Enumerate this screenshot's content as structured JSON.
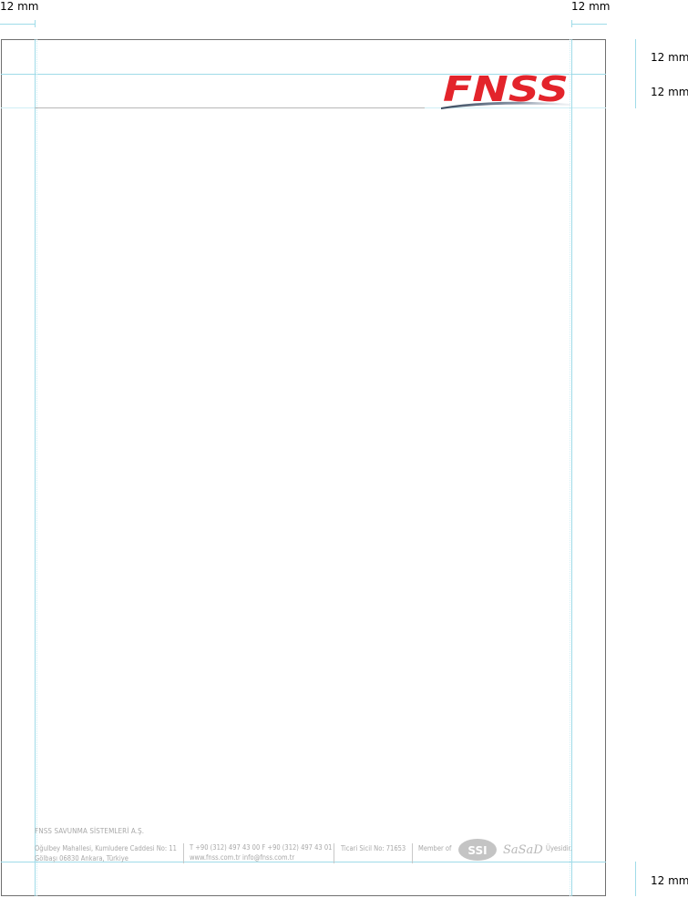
{
  "dimensions": {
    "top_left": "12 mm",
    "top_right": "12 mm",
    "right_top": "12 mm",
    "right_second": "12 mm",
    "right_bottom": "12 mm"
  },
  "logo": {
    "text": "FNSS",
    "color": "#e3242b"
  },
  "footer": {
    "company": "FNSS SAVUNMA SİSTEMLERİ A.Ş.",
    "address_line1": "Oğulbey Mahallesi, Kumludere Caddesi No: 11",
    "address_line2": "Gölbaşı 06830 Ankara, Türkiye",
    "phone_line": "T +90 (312) 497 43 00  F +90 (312) 497 43 01",
    "web_line": "www.fnss.com.tr    info@fnss.com.tr",
    "registry": "Ticari Sicil No: 71653",
    "member_of": "Member of",
    "ssi": "SSI",
    "sasad": "SaSaD",
    "member_suffix": "Üyesidir."
  },
  "colors": {
    "guide": "#9fdbe8",
    "footer_text": "#a8a8a8",
    "border": "#6f6f6f"
  }
}
